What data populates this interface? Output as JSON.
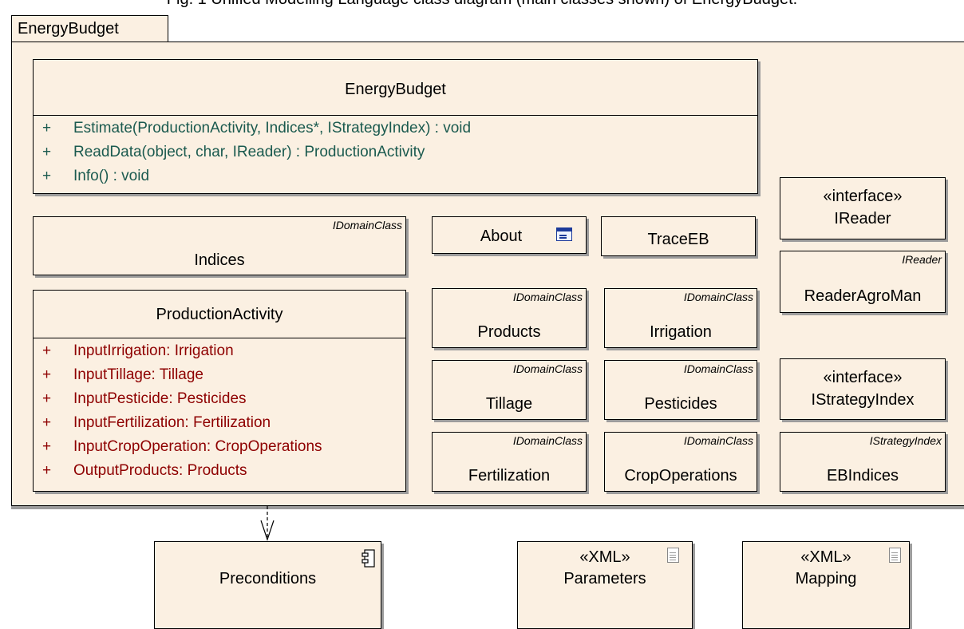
{
  "caption": "Fig. 1 Unified Modelling Language class diagram (main classes shown) of EnergyBudget.",
  "package": {
    "name": "EnergyBudget"
  },
  "energy_budget": {
    "name": "EnergyBudget",
    "operations": [
      {
        "visibility": "+",
        "text": "Estimate(ProductionActivity, Indices*, IStrategyIndex) : void"
      },
      {
        "visibility": "+",
        "text": "ReadData(object, char, IReader) : ProductionActivity"
      },
      {
        "visibility": "+",
        "text": "Info() : void"
      }
    ]
  },
  "indices": {
    "name": "Indices",
    "stereotype": "IDomainClass"
  },
  "production_activity": {
    "name": "ProductionActivity",
    "attributes": [
      {
        "visibility": "+",
        "text": "InputIrrigation:  Irrigation"
      },
      {
        "visibility": "+",
        "text": "InputTillage:  Tillage"
      },
      {
        "visibility": "+",
        "text": "InputPesticide:  Pesticides"
      },
      {
        "visibility": "+",
        "text": "InputFertilization:  Fertilization"
      },
      {
        "visibility": "+",
        "text": "InputCropOperation:  CropOperations"
      },
      {
        "visibility": "+",
        "text": "OutputProducts:  Products"
      }
    ]
  },
  "about": {
    "name": "About",
    "icon": "window-form-icon"
  },
  "trace_eb": {
    "name": "TraceEB"
  },
  "products": {
    "name": "Products",
    "stereotype": "IDomainClass"
  },
  "irrigation": {
    "name": "Irrigation",
    "stereotype": "IDomainClass"
  },
  "tillage": {
    "name": "Tillage",
    "stereotype": "IDomainClass"
  },
  "pesticides": {
    "name": "Pesticides",
    "stereotype": "IDomainClass"
  },
  "fertilization": {
    "name": "Fertilization",
    "stereotype": "IDomainClass"
  },
  "crop_operations": {
    "name": "CropOperations",
    "stereotype": "IDomainClass"
  },
  "ireader": {
    "stereotype": "«interface»",
    "name": "IReader"
  },
  "reader_agroman": {
    "name": "ReaderAgroMan",
    "stereotype": "IReader"
  },
  "istrategy_index": {
    "stereotype": "«interface»",
    "name": "IStrategyIndex"
  },
  "eb_indices": {
    "name": "EBIndices",
    "stereotype": "IStrategyIndex"
  },
  "preconditions": {
    "name": "Preconditions",
    "icon": "component-icon"
  },
  "parameters": {
    "stereotype": "«XML»",
    "name": "Parameters",
    "icon": "document-icon"
  },
  "mapping": {
    "stereotype": "«XML»",
    "name": "Mapping",
    "icon": "document-icon"
  },
  "colors": {
    "fill": "#fbf0e2",
    "operations": "#1b5a4f",
    "attributes": "#8e0000",
    "shadow": "#9c9c9c"
  }
}
